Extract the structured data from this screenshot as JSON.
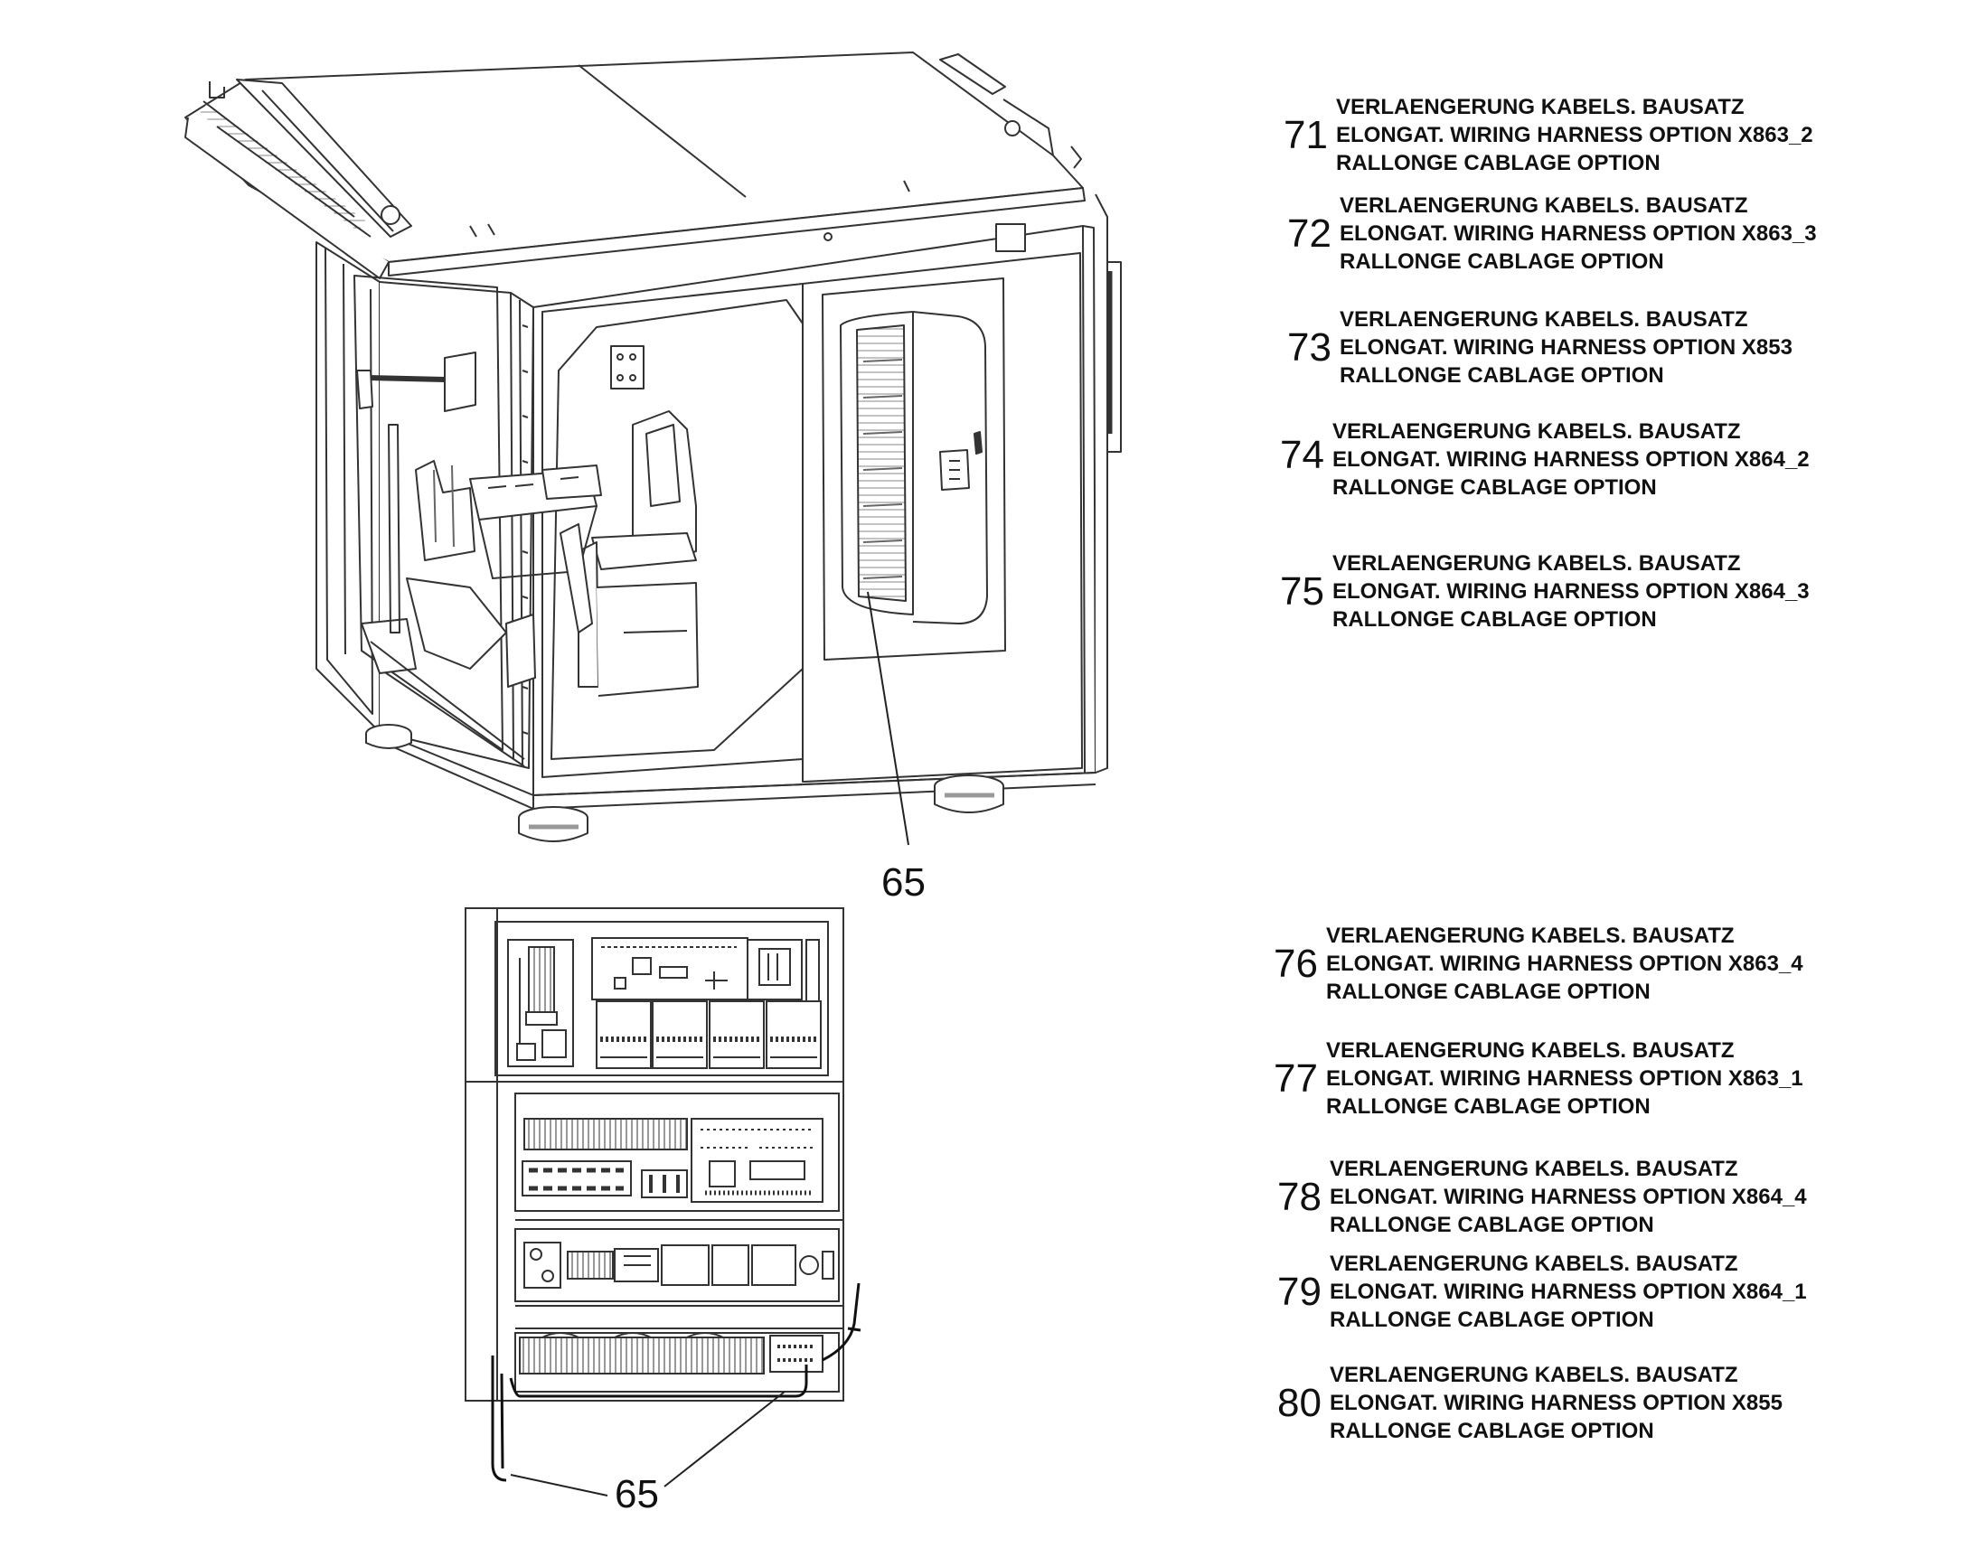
{
  "callouts": {
    "upper": "65",
    "lower": "65"
  },
  "legend": [
    {
      "number": "71",
      "line1": "VERLAENGERUNG KABELS. BAUSATZ",
      "line2": "ELONGAT. WIRING HARNESS OPTION  X863_2",
      "line3": "RALLONGE CABLAGE OPTION"
    },
    {
      "number": "72",
      "line1": "VERLAENGERUNG KABELS. BAUSATZ",
      "line2": "ELONGAT. WIRING HARNESS OPTION  X863_3",
      "line3": "RALLONGE CABLAGE OPTION"
    },
    {
      "number": "73",
      "line1": "VERLAENGERUNG KABELS. BAUSATZ",
      "line2": "ELONGAT. WIRING HARNESS OPTION  X853",
      "line3": "RALLONGE CABLAGE OPTION"
    },
    {
      "number": "74",
      "line1": "VERLAENGERUNG KABELS. BAUSATZ",
      "line2": "ELONGAT. WIRING HARNESS OPTION  X864_2",
      "line3": "RALLONGE CABLAGE OPTION"
    },
    {
      "number": "75",
      "line1": "VERLAENGERUNG KABELS. BAUSATZ",
      "line2": "ELONGAT. WIRING HARNESS OPTION  X864_3",
      "line3": "RALLONGE CABLAGE OPTION"
    },
    {
      "number": "76",
      "line1": "VERLAENGERUNG KABELS. BAUSATZ",
      "line2": "ELONGAT. WIRING HARNESS OPTION  X863_4",
      "line3": "RALLONGE CABLAGE OPTION"
    },
    {
      "number": "77",
      "line1": "VERLAENGERUNG KABELS. BAUSATZ",
      "line2": "ELONGAT. WIRING HARNESS OPTION  X863_1",
      "line3": "RALLONGE CABLAGE OPTION"
    },
    {
      "number": "78",
      "line1": "VERLAENGERUNG KABELS. BAUSATZ",
      "line2": "ELONGAT. WIRING HARNESS OPTION  X864_4",
      "line3": "RALLONGE CABLAGE OPTION"
    },
    {
      "number": "79",
      "line1": "VERLAENGERUNG KABELS. BAUSATZ",
      "line2": "ELONGAT. WIRING HARNESS OPTION  X864_1",
      "line3": "RALLONGE CABLAGE OPTION"
    },
    {
      "number": "80",
      "line1": "VERLAENGERUNG KABELS. BAUSATZ",
      "line2": "ELONGAT. WIRING HARNESS OPTION  X855",
      "line3": "RALLONGE CABLAGE OPTION"
    }
  ],
  "colors": {
    "line": "#333333",
    "fill": "#ffffff",
    "shade": "#d8d8d8",
    "dark": "#555555"
  }
}
